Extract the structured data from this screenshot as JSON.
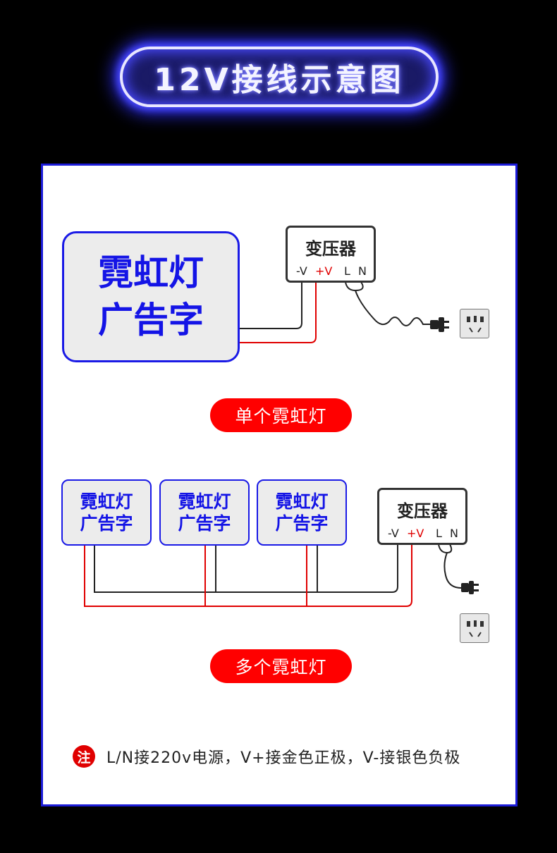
{
  "title": "12V接线示意图",
  "diagram1": {
    "sign_line1": "霓虹灯",
    "sign_line2": "广告字",
    "transformer": {
      "title": "变压器",
      "neg": "-V",
      "pos": "+V",
      "l": "L",
      "n": "N"
    },
    "caption": "单个霓虹灯"
  },
  "diagram2": {
    "signs": [
      {
        "line1": "霓虹灯",
        "line2": "广告字"
      },
      {
        "line1": "霓虹灯",
        "line2": "广告字"
      },
      {
        "line1": "霓虹灯",
        "line2": "广告字"
      }
    ],
    "transformer": {
      "title": "变压器",
      "neg": "-V",
      "pos": "+V",
      "l": "L",
      "n": "N"
    },
    "caption": "多个霓虹灯"
  },
  "note": {
    "badge": "注",
    "text": "L/N接220v电源，V+接金色正极，V-接银色负极"
  },
  "colors": {
    "accent_blue": "#1a1ae6",
    "wire_red": "#e00000",
    "caption_red": "#ff0000"
  }
}
